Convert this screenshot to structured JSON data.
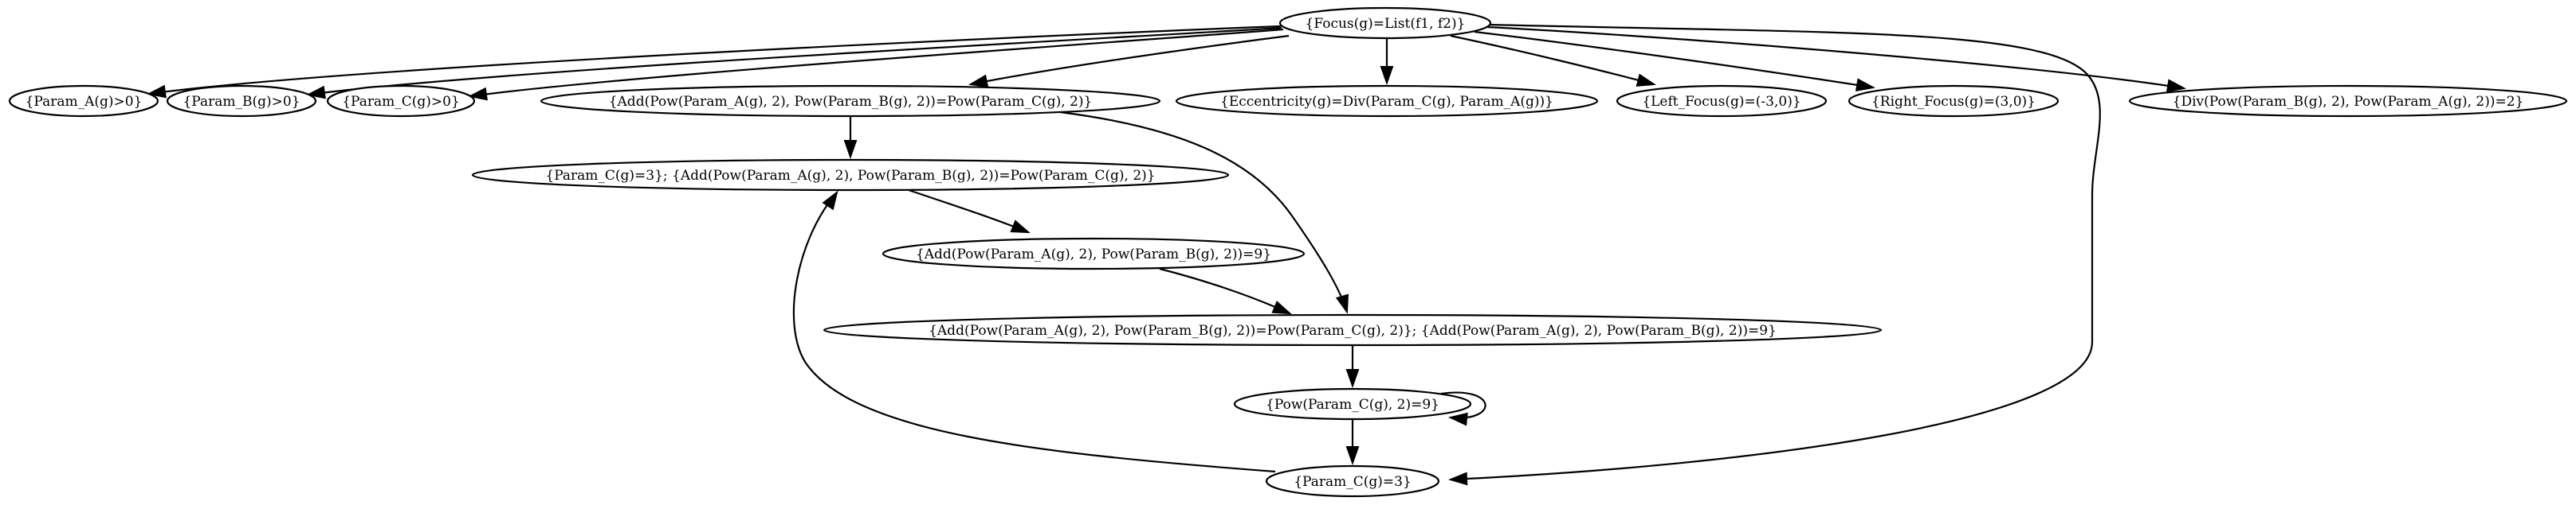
{
  "diagram": {
    "nodes": [
      {
        "id": "n0",
        "label": "{Focus(g)=List(f1, f2)}"
      },
      {
        "id": "n1",
        "label": "{Param_A(g)>0}"
      },
      {
        "id": "n2",
        "label": "{Param_B(g)>0}"
      },
      {
        "id": "n3",
        "label": "{Param_C(g)>0}"
      },
      {
        "id": "n4",
        "label": "{Add(Pow(Param_A(g), 2), Pow(Param_B(g), 2))=Pow(Param_C(g), 2)}"
      },
      {
        "id": "n5",
        "label": "{Eccentricity(g)=Div(Param_C(g), Param_A(g))}"
      },
      {
        "id": "n6",
        "label": "{Left_Focus(g)=(-3,0)}"
      },
      {
        "id": "n7",
        "label": "{Right_Focus(g)=(3,0)}"
      },
      {
        "id": "n8",
        "label": "{Div(Pow(Param_B(g), 2), Pow(Param_A(g), 2))=2}"
      },
      {
        "id": "n9",
        "label": "{Param_C(g)=3}; {Add(Pow(Param_A(g), 2), Pow(Param_B(g), 2))=Pow(Param_C(g), 2)}"
      },
      {
        "id": "n10",
        "label": "{Add(Pow(Param_A(g), 2), Pow(Param_B(g), 2))=9}"
      },
      {
        "id": "n11",
        "label": "{Add(Pow(Param_A(g), 2), Pow(Param_B(g), 2))=Pow(Param_C(g), 2)}; {Add(Pow(Param_A(g), 2), Pow(Param_B(g), 2))=9}"
      },
      {
        "id": "n12",
        "label": "{Pow(Param_C(g), 2)=9}"
      },
      {
        "id": "n13",
        "label": "{Param_C(g)=3}"
      }
    ],
    "edges": [
      {
        "from": "n0",
        "to": "n1"
      },
      {
        "from": "n0",
        "to": "n2"
      },
      {
        "from": "n0",
        "to": "n3"
      },
      {
        "from": "n0",
        "to": "n4"
      },
      {
        "from": "n0",
        "to": "n5"
      },
      {
        "from": "n0",
        "to": "n6"
      },
      {
        "from": "n0",
        "to": "n7"
      },
      {
        "from": "n0",
        "to": "n8"
      },
      {
        "from": "n0",
        "to": "n13"
      },
      {
        "from": "n4",
        "to": "n9"
      },
      {
        "from": "n4",
        "to": "n11"
      },
      {
        "from": "n9",
        "to": "n10"
      },
      {
        "from": "n10",
        "to": "n11"
      },
      {
        "from": "n11",
        "to": "n12"
      },
      {
        "from": "n12",
        "to": "n12"
      },
      {
        "from": "n12",
        "to": "n13"
      },
      {
        "from": "n13",
        "to": "n9"
      }
    ]
  }
}
